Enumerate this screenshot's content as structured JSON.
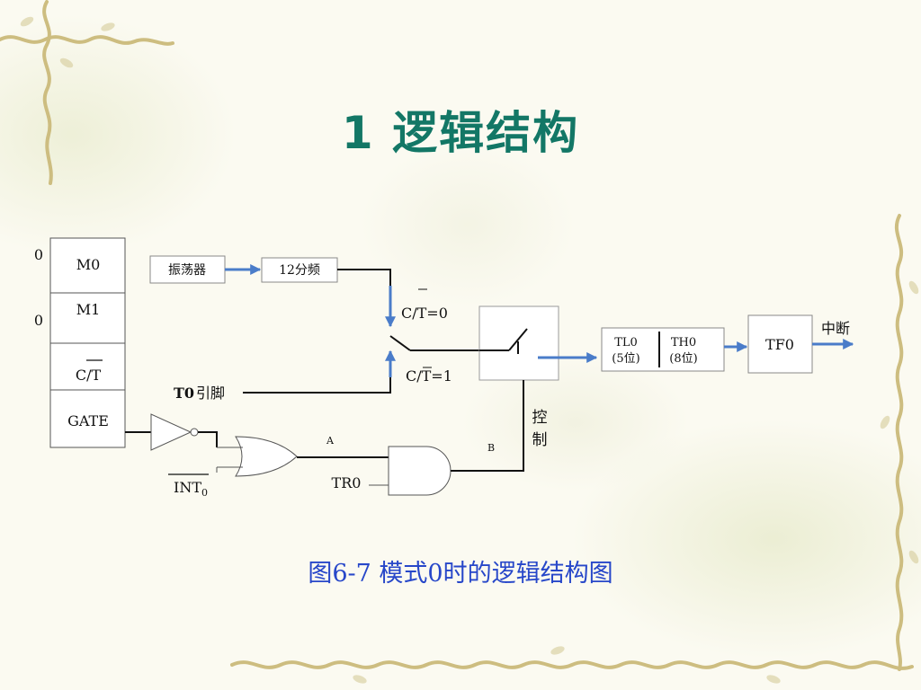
{
  "slide": {
    "title": "1  逻辑结构",
    "caption": "图6-7    模式0时的逻辑结构图"
  },
  "diagram": {
    "register": {
      "m0": "M0",
      "m1": "M1",
      "ct": "C/T",
      "gate": "GATE",
      "m0_value": "0",
      "m1_value": "0"
    },
    "oscillator": "振荡器",
    "divider": "12分频",
    "ct0_label": "C/T=0",
    "ct1_label": "C/T=1",
    "t0_pin_bold": "T0",
    "t0_pin_rest": "引脚",
    "int0_main": "INT",
    "int0_sub": "0",
    "tr0": "TR0",
    "point_a": "A",
    "point_b": "B",
    "control_1": "控",
    "control_2": "制",
    "tl0": "TL0",
    "tl0_bits": "(5位)",
    "th0": "TH0",
    "th0_bits": "(8位)",
    "tf0": "TF0",
    "interrupt": "中断"
  },
  "colors": {
    "title": "#137766",
    "caption": "#2747c9",
    "arrow": "#4a7cc9",
    "line": "#111111",
    "vine": "#c8b77a"
  }
}
